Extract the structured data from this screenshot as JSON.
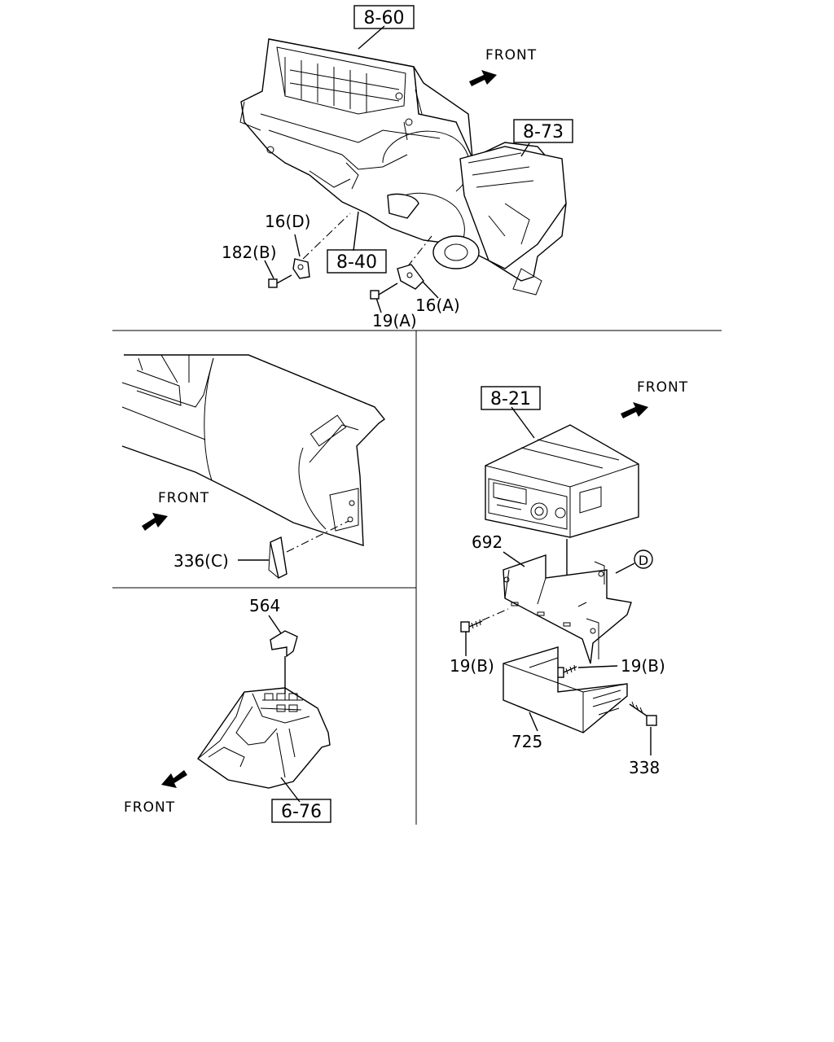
{
  "refs": {
    "r860": "8-60",
    "r873": "8-73",
    "r840": "8-40",
    "r821": "8-21",
    "r676": "6-76"
  },
  "labels": {
    "p16d": "16(D)",
    "p182b": "182(B)",
    "p16a": "16(A)",
    "p19a": "19(A)",
    "p336c": "336(C)",
    "p564": "564",
    "p692": "692",
    "pD": "D",
    "p19b_left": "19(B)",
    "p19b_right": "19(B)",
    "p725": "725",
    "p338": "338"
  },
  "front": {
    "top": "FRONT",
    "middle_left": "FRONT",
    "right": "FRONT",
    "bottom_left": "FRONT"
  }
}
